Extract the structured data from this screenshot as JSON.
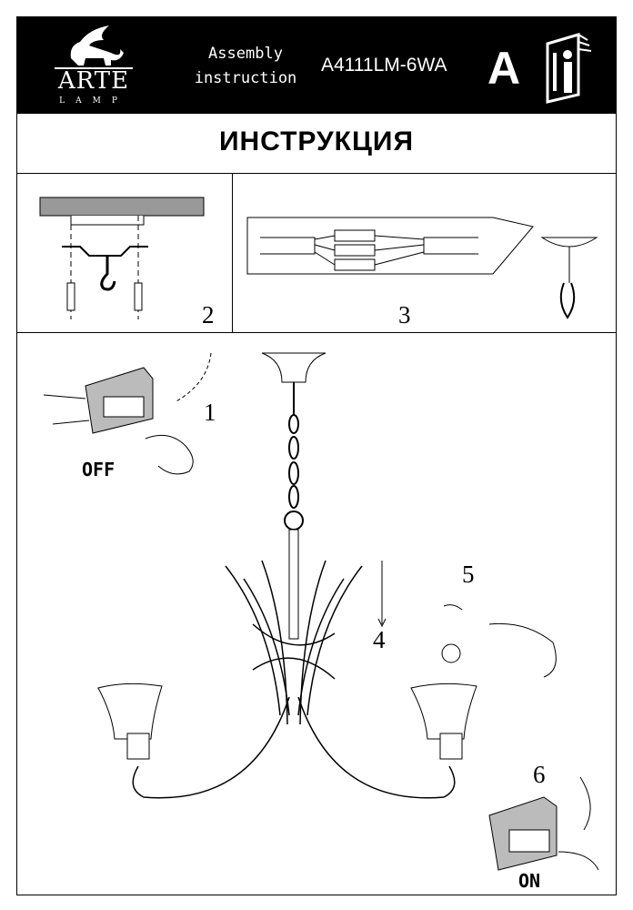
{
  "header": {
    "brand": "ARTE",
    "brand_sub": "LAMP",
    "doc_type_line1": "Assembly",
    "doc_type_line2": "instruction",
    "model": "A4111LM-6WA",
    "section_letter": "A"
  },
  "title": "ИНСТРУКЦИЯ",
  "steps": {
    "step1": "1",
    "step2": "2",
    "step3": "3",
    "step4": "4",
    "step5": "5",
    "step6": "6"
  },
  "labels": {
    "off": "OFF",
    "on": "ON"
  }
}
